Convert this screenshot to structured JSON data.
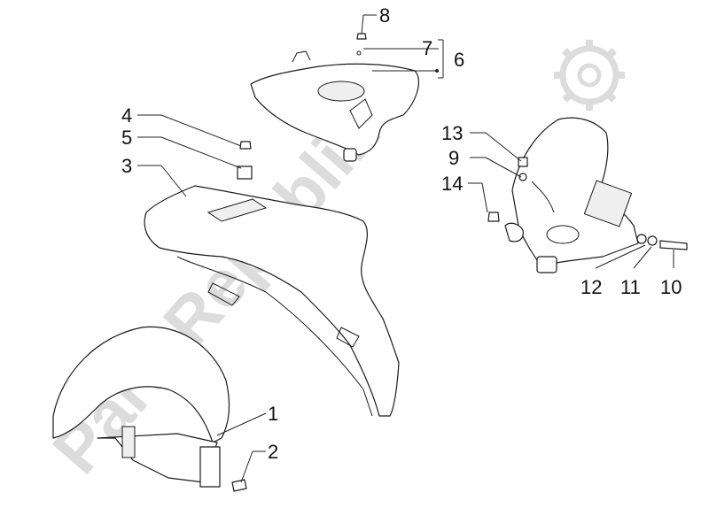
{
  "watermark": {
    "text": "PartsRepublik",
    "color": "#dcdcdc",
    "gear_icon": "gear-icon"
  },
  "callouts": [
    {
      "id": "c8",
      "label": "8"
    },
    {
      "id": "c7",
      "label": "7"
    },
    {
      "id": "c6",
      "label": "6"
    },
    {
      "id": "c4",
      "label": "4"
    },
    {
      "id": "c5",
      "label": "5"
    },
    {
      "id": "c3",
      "label": "3"
    },
    {
      "id": "c13",
      "label": "13"
    },
    {
      "id": "c9",
      "label": "9"
    },
    {
      "id": "c14",
      "label": "14"
    },
    {
      "id": "c12",
      "label": "12"
    },
    {
      "id": "c11",
      "label": "11"
    },
    {
      "id": "c10",
      "label": "10"
    },
    {
      "id": "c1",
      "label": "1"
    },
    {
      "id": "c2",
      "label": "2"
    }
  ]
}
